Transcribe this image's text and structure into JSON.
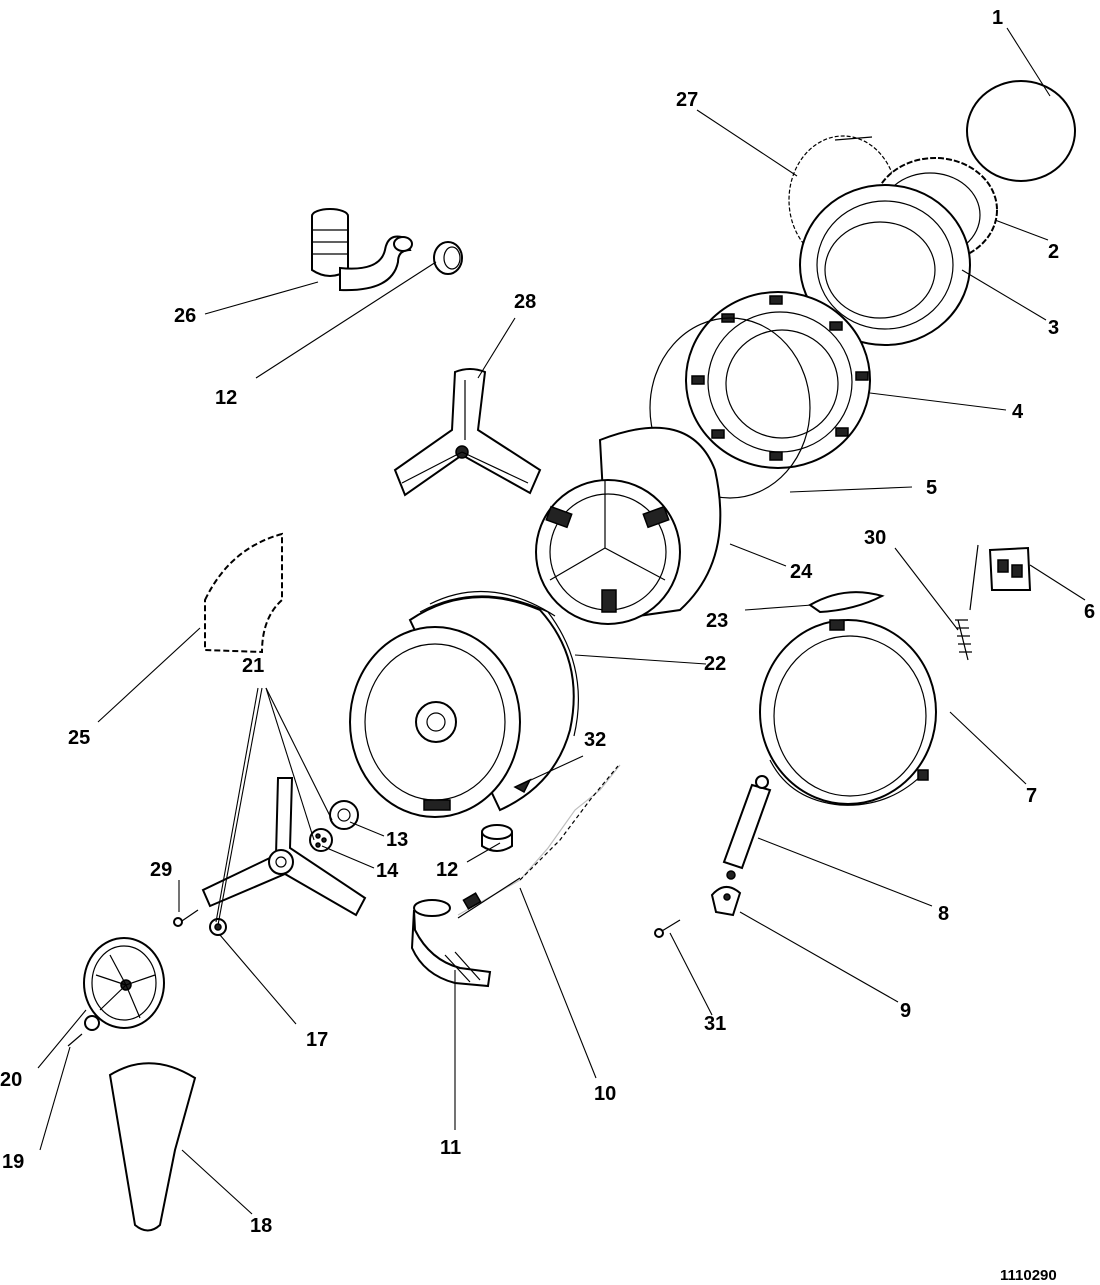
{
  "diagram": {
    "reference_number": "1110290",
    "callouts": {
      "c1": "1",
      "c2": "2",
      "c3": "3",
      "c4": "4",
      "c5": "5",
      "c6": "6",
      "c7": "7",
      "c8": "8",
      "c9": "9",
      "c10": "10",
      "c11": "11",
      "c12a": "12",
      "c12b": "12",
      "c13": "13",
      "c14": "14",
      "c17": "17",
      "c18": "18",
      "c19": "19",
      "c20": "20",
      "c21": "21",
      "c22": "22",
      "c23": "23",
      "c24": "24",
      "c25": "25",
      "c26": "26",
      "c27": "27",
      "c28": "28",
      "c29": "29",
      "c30": "30",
      "c31": "31",
      "c32": "32"
    }
  }
}
